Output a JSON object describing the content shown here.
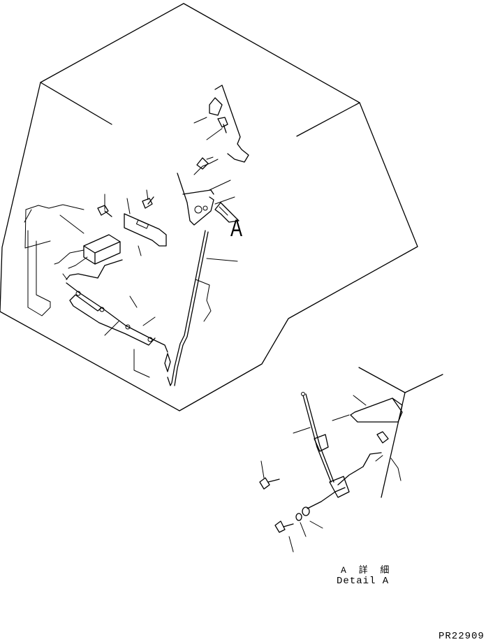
{
  "view_letter": "A",
  "detail_caption_jp": "A 詳 細",
  "detail_caption_en": "Detail A",
  "drawing_code": "PR22909"
}
